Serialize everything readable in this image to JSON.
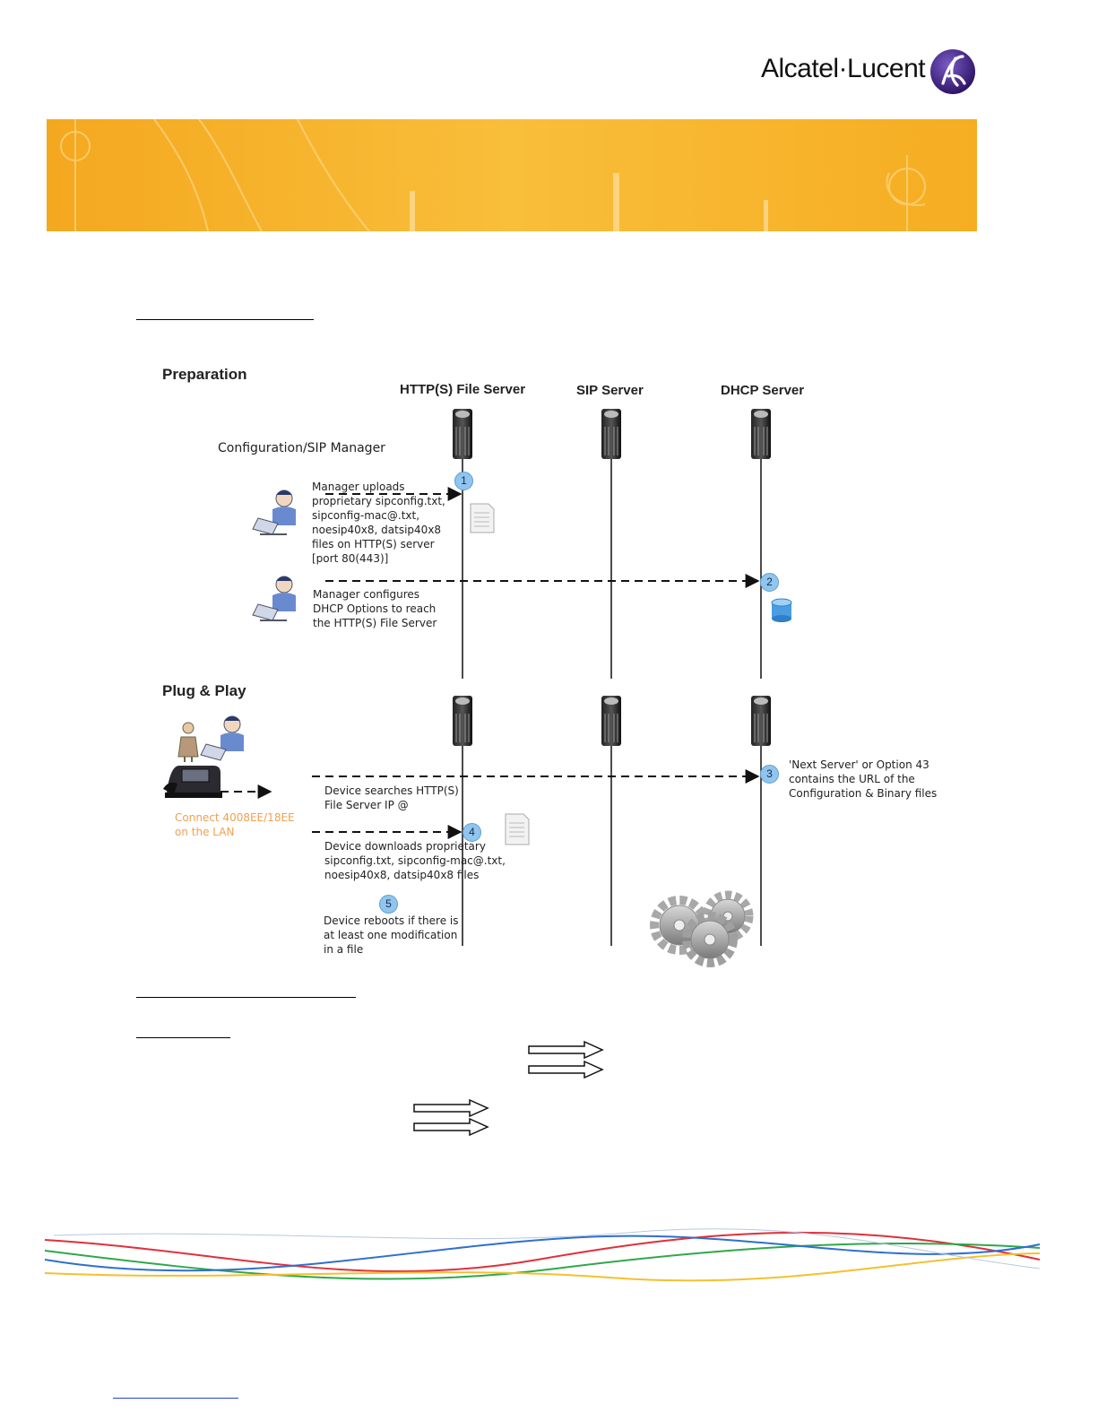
{
  "header": {
    "logo_text": "Alcatel·Lucent"
  },
  "diagram": {
    "section_preparation": "Preparation",
    "section_plug_play": "Plug & Play",
    "servers": {
      "http": "HTTP(S) File Server",
      "sip": "SIP Server",
      "dhcp": "DHCP Server"
    },
    "manager_label": "Configuration/SIP Manager",
    "step1": {
      "number": "1",
      "lines": [
        "Manager uploads",
        "proprietary sipconfig.txt,",
        "sipconfig-mac@.txt,",
        "noesip40x8, datsip40x8",
        "files on HTTP(S) server",
        "[port 80(443)]"
      ]
    },
    "step2": {
      "number": "2",
      "lines": [
        "Manager configures",
        "DHCP Options to reach",
        "the HTTP(S) File Server"
      ]
    },
    "step3": {
      "number": "3",
      "lines": [
        "'Next Server' or Option 43",
        "contains the URL of the",
        "Configuration & Binary files"
      ]
    },
    "device_search": {
      "lines": [
        "Device searches HTTP(S)",
        "File Server IP @"
      ]
    },
    "connect_label": {
      "lines": [
        "Connect 4008EE/18EE",
        "on the LAN"
      ]
    },
    "step4": {
      "number": "4",
      "lines": [
        "Device downloads proprietary",
        "sipconfig.txt, sipconfig-mac@.txt,",
        "noesip40x8, datsip40x8 files"
      ]
    },
    "step5": {
      "number": "5",
      "lines": [
        "Device reboots if there is",
        "at least one modification",
        "in a file"
      ]
    }
  },
  "colors": {
    "banner": "#f6af26",
    "badge": "#8fc5ee",
    "connect_text": "#f0a050",
    "wave_red": "#e0303a",
    "wave_green": "#2fa84a",
    "wave_blue": "#2f6fd0",
    "wave_yellow": "#f4c030"
  }
}
